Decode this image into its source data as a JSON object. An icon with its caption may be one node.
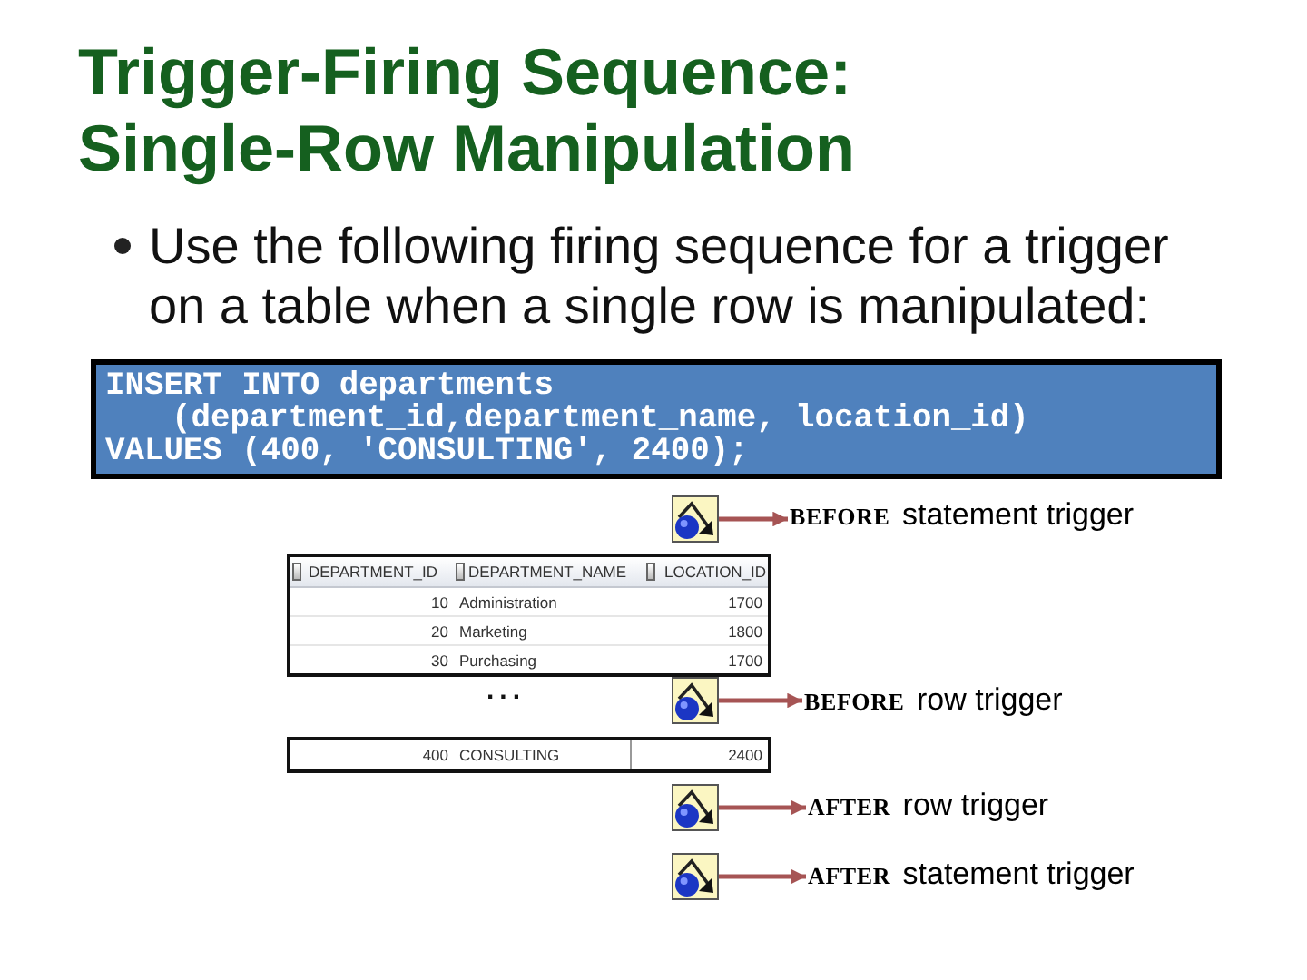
{
  "diagram": {
    "title": "Trigger-Firing Sequence: Single-Row Manipulation",
    "nodes": [
      {
        "text": [
          "INSERT INTO departments",
          "(department_id,department_name, location_id)",
          "VALUES (400, 'CONSULTING', 2400);"
        ]
      },
      {
        "text": [],
        "shape": "picture"
      },
      {
        "text": [
          "BEFORE",
          "statement trigger"
        ]
      },
      {
        "text": [],
        "shape": "picture"
      },
      {
        "text": [
          "BEFORE",
          "row trigger"
        ]
      },
      {
        "text": [],
        "shape": "picture"
      },
      {
        "text": [
          "AFTER",
          "row trigger"
        ]
      },
      {
        "text": [],
        "shape": "picture"
      },
      {
        "text": [
          "AFTER",
          "statement trigger"
        ]
      }
    ],
    "edges": [
      {
        "from": 1,
        "to": 2,
        "arrow": "to"
      },
      {
        "from": 3,
        "to": 4,
        "arrow": "to"
      },
      {
        "from": 5,
        "to": 6,
        "arrow": "to"
      },
      {
        "from": 7,
        "to": 8,
        "arrow": "to"
      }
    ],
    "labels": [
      "Use the following firing sequence for a trigger on a table when a single row is manipulated:",
      "DEPARTMENT_ID",
      "DEPARTMENT_NAME",
      "LOCATION_ID",
      "10",
      "Administration",
      "1700",
      "20",
      "Marketing",
      "1800",
      "30",
      "Purchasing",
      "1700",
      "...",
      "400",
      "CONSULTING",
      "2400"
    ]
  }
}
